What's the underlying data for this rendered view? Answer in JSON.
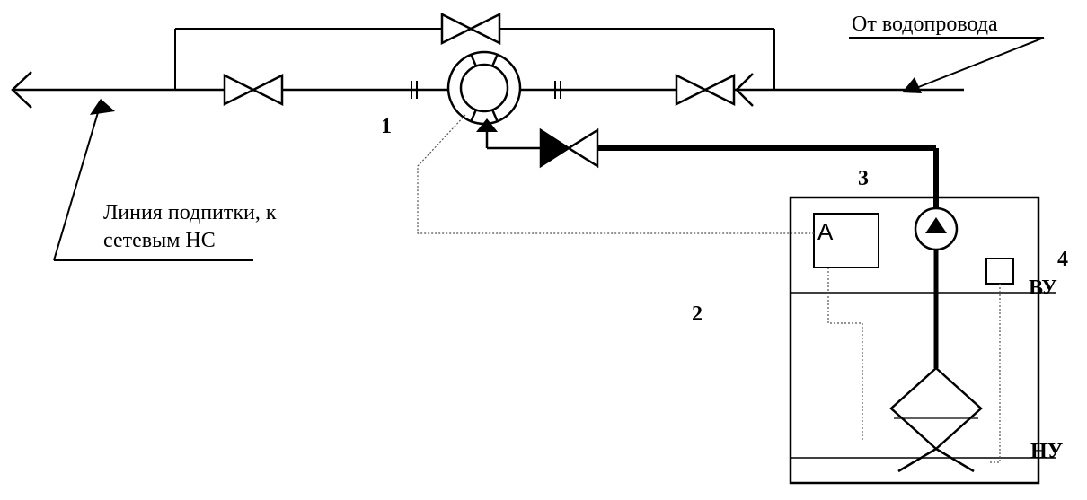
{
  "labels": {
    "source": "От водопровода",
    "makeup_line_1": "Линия подпитки, к",
    "makeup_line_2": "сетевым НС",
    "num_1": "1",
    "num_2": "2",
    "num_3": "3",
    "num_4": "4",
    "level_high": "ВУ",
    "level_low": "НУ",
    "automation": "А"
  },
  "colors": {
    "line": "#000000",
    "thin_line": "#555555",
    "background": "#ffffff"
  }
}
